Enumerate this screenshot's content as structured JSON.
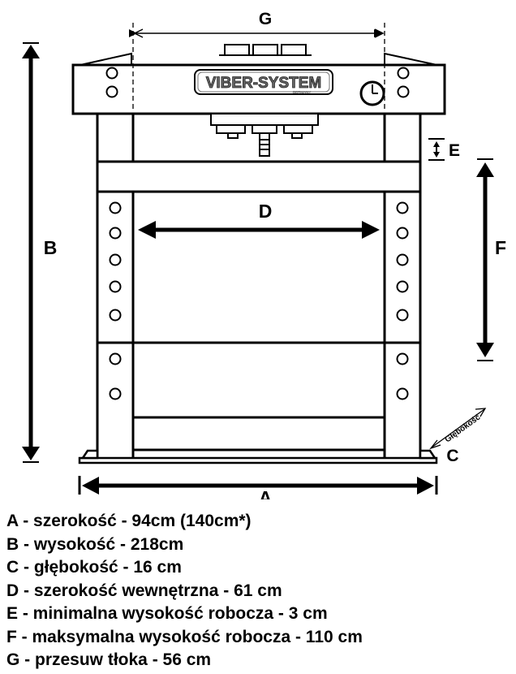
{
  "diagram": {
    "labels": {
      "A": "A",
      "B": "B",
      "C": "C",
      "D": "D",
      "E": "E",
      "F": "F",
      "G": "G"
    },
    "brand": "VIBER-SYSTEM",
    "brand_sub": "GERMANY",
    "depth_label": "Głębokość"
  },
  "legend": [
    "A - szerokość - 94cm (140cm*)",
    "B - wysokość - 218cm",
    "C - głębokość - 16 cm",
    "D - szerokość wewnętrzna - 61 cm",
    "E - minimalna wysokość robocza - 3 cm",
    "F - maksymalna wysokość robocza - 110 cm",
    "G - przesuw tłoka - 56 cm"
  ]
}
